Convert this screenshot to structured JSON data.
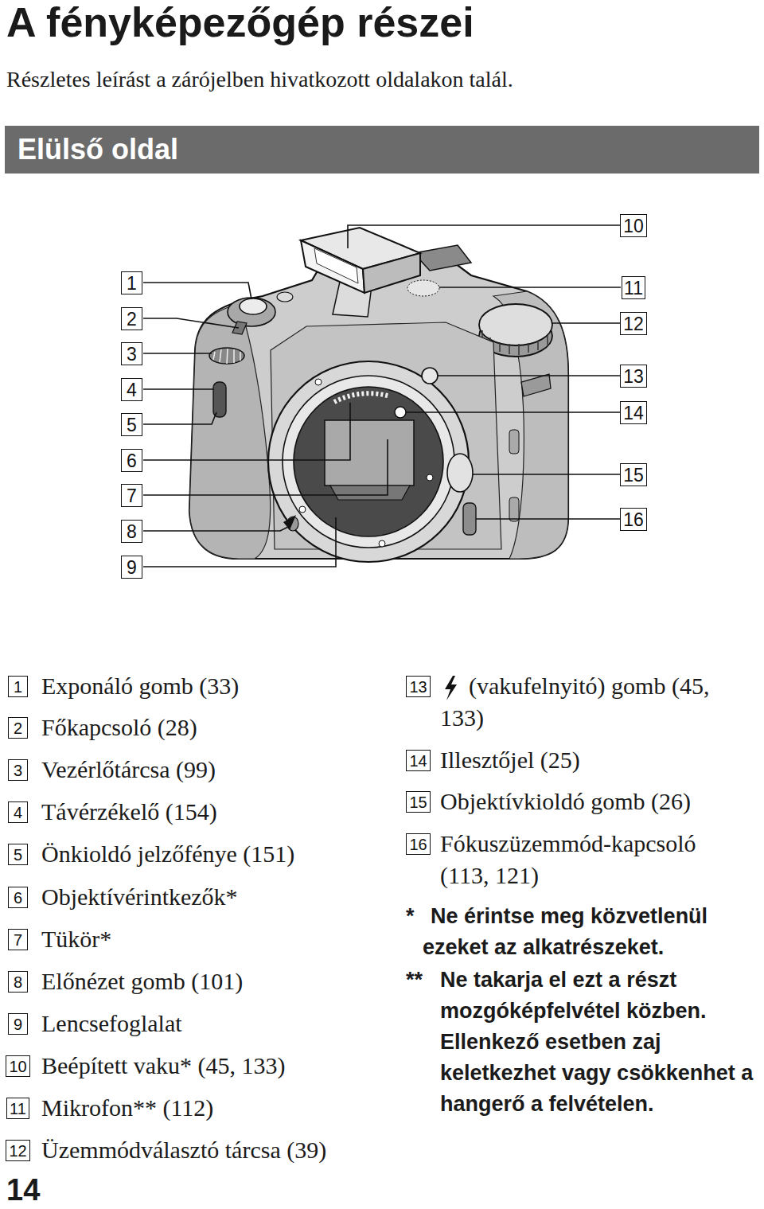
{
  "diagram": {
    "title": "A fényképezőgép részei",
    "nodes": [
      {
        "text": [
          "Elülső oldal"
        ]
      },
      {
        "text": [
          "1"
        ]
      },
      {
        "text": [
          "2"
        ]
      },
      {
        "text": [
          "3"
        ]
      },
      {
        "text": [
          "4"
        ]
      },
      {
        "text": [
          "5"
        ]
      },
      {
        "text": [
          "6"
        ]
      },
      {
        "text": [
          "7"
        ]
      },
      {
        "text": [
          "8"
        ]
      },
      {
        "text": [
          "9"
        ]
      },
      {
        "text": [
          "10"
        ]
      },
      {
        "text": [
          "11"
        ]
      },
      {
        "text": [
          "12"
        ]
      },
      {
        "text": [
          "13"
        ]
      },
      {
        "text": [
          "14"
        ]
      },
      {
        "text": [
          "15"
        ]
      },
      {
        "text": [
          "16"
        ]
      },
      {
        "text": [
          "1"
        ]
      },
      {
        "text": [
          "2"
        ]
      },
      {
        "text": [
          "3"
        ]
      },
      {
        "text": [
          "4"
        ]
      },
      {
        "text": [
          "5"
        ]
      },
      {
        "text": [
          "6"
        ]
      },
      {
        "text": [
          "7"
        ]
      },
      {
        "text": [
          "8"
        ]
      },
      {
        "text": [
          "9"
        ]
      },
      {
        "text": [
          "10"
        ]
      },
      {
        "text": [
          "11"
        ]
      },
      {
        "text": [
          "12"
        ]
      },
      {
        "text": [
          "13"
        ]
      },
      {
        "text": [
          "14"
        ]
      },
      {
        "text": [
          "15"
        ]
      },
      {
        "text": [
          "16"
        ]
      }
    ],
    "labels": [
      "Részletes leírást a zárójelben hivatkozott oldalakon talál.",
      "Exponáló gomb (33)",
      "Főkapcsoló (28)",
      "Vezérlőtárcsa (99)",
      "Távérzékelő (154)",
      "Önkioldó jelzőfénye (151)",
      "Objektívérintkezők*",
      "Tükör*",
      "Előnézet gomb (101)",
      "Lencsefoglalat",
      "Beépített vaku* (45, 133)",
      "Mikrofon** (112)",
      "Üzemmódválasztó tárcsa (39)",
      "(vakufelnyitó) gomb (45, 133)",
      "Illesztőjel (25)",
      "Objektívkioldó gomb (26)",
      "Fókuszüzemmód-kapcsoló (113, 121)",
      "*",
      "Ne érintse meg közvetlenül ezeket az alkatrészeket.",
      "**",
      "Ne takarja el ezt a részt mozgóképfelvétel közben. Ellenkező esetben zaj keletkezhet vagy csökkenhet a hangerő a felvételen.",
      "14"
    ]
  }
}
